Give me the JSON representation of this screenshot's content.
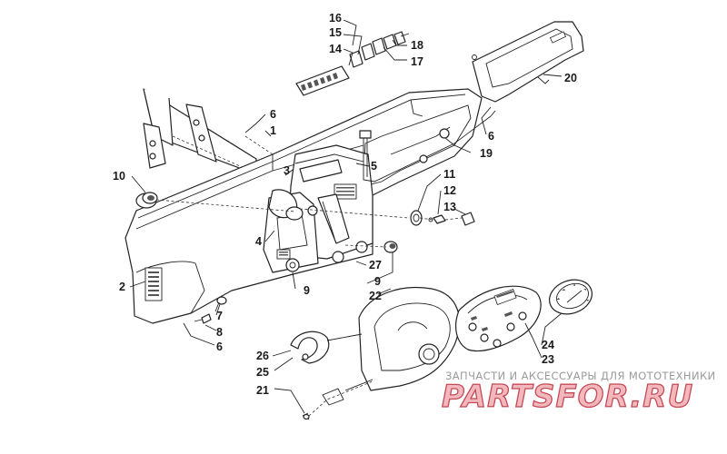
{
  "callouts": {
    "c16": "16",
    "c15": "15",
    "c14": "14",
    "c18": "18",
    "c17": "17",
    "c20": "20",
    "c6a": "6",
    "c1": "1",
    "c6b": "6",
    "c3": "3",
    "c5": "5",
    "c19": "19",
    "c10": "10",
    "c11": "11",
    "c12": "12",
    "c13": "13",
    "c4": "4",
    "c27": "27",
    "c9a": "9",
    "c9b": "9",
    "c2": "2",
    "c22": "22",
    "c7": "7",
    "c8": "8",
    "c6c": "6",
    "c26": "26",
    "c25": "25",
    "c21": "21",
    "c24": "24",
    "c23": "23"
  },
  "watermark": {
    "subtitle": "ЗАПЧАСТИ И АКСЕССУАРЫ ДЛЯ МОТОТЕХНИКИ",
    "logo": "PARTSFOR.RU"
  },
  "colors": {
    "line": "#222222",
    "logo_fill": "#f2b8bd",
    "logo_stroke": "#c44a55",
    "subtitle": "#9a9a9a"
  }
}
